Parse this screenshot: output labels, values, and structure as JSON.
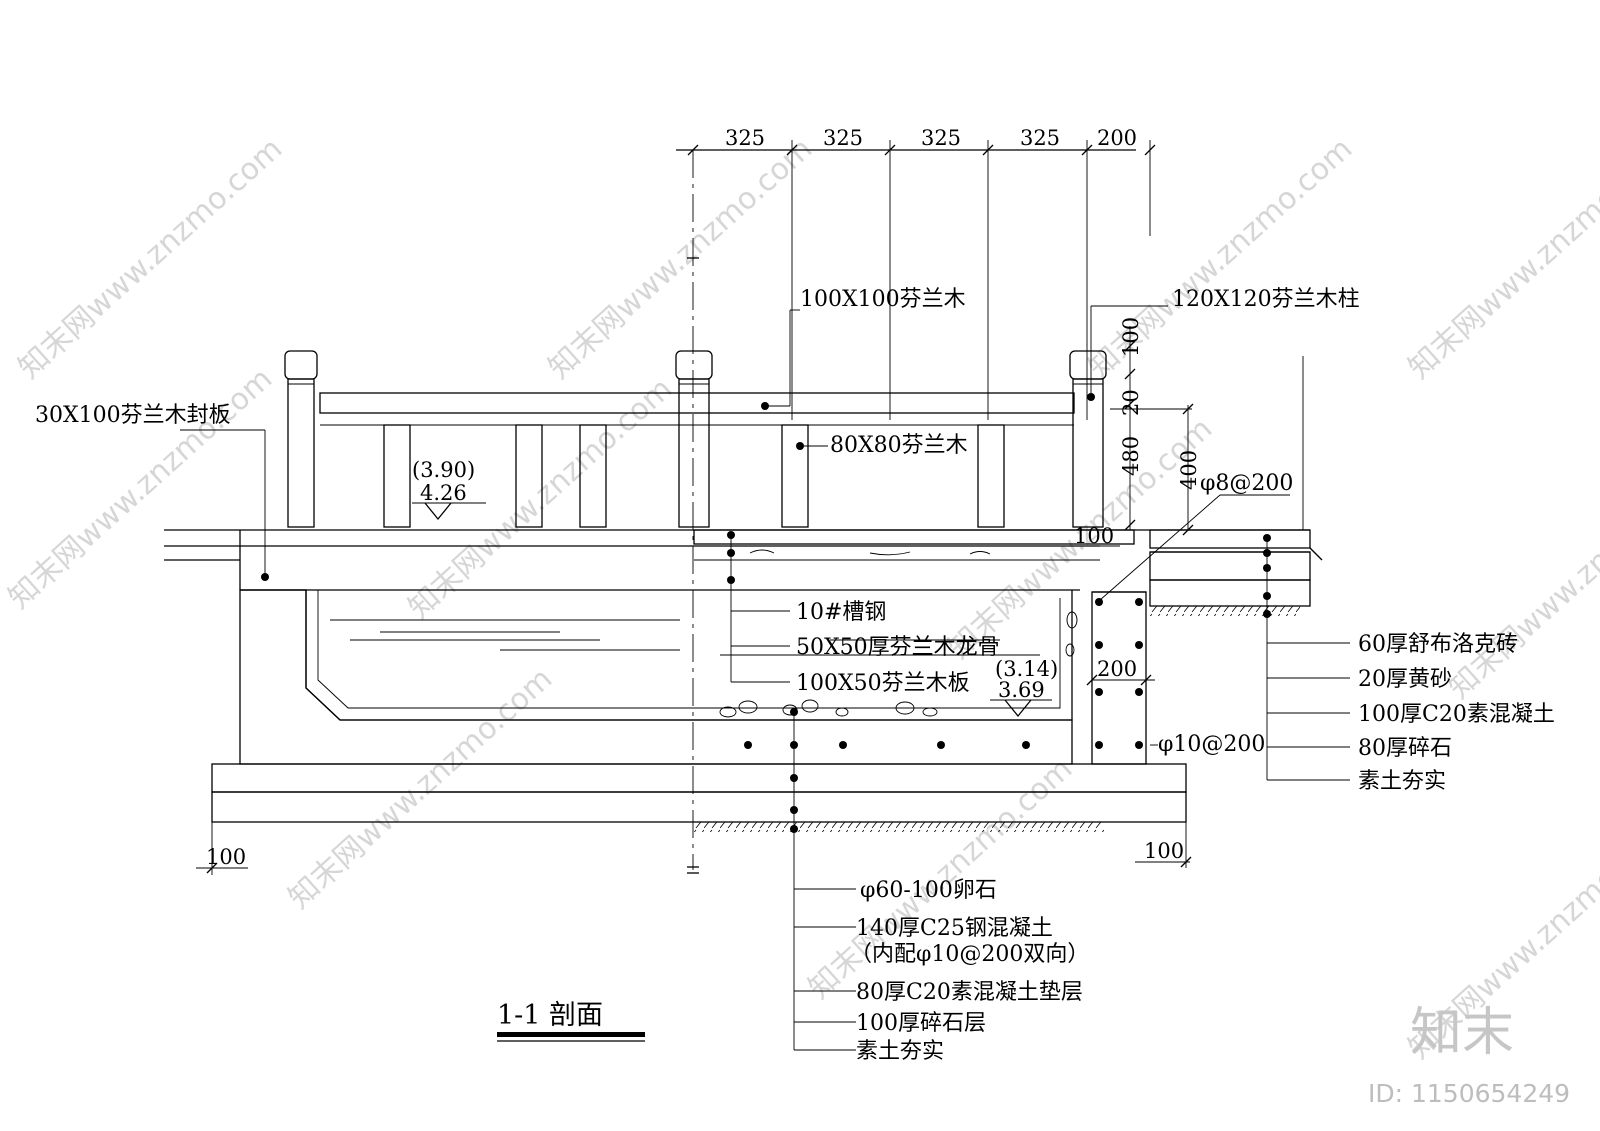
{
  "watermark": {
    "text": "知末网www.znzmo.com",
    "logo": "知末",
    "id_text": "ID: 1150654249"
  },
  "dimensions": {
    "top_spans": [
      "325",
      "325",
      "325",
      "325",
      "200"
    ],
    "railing_vertical": [
      "100",
      "20",
      "480",
      "400"
    ],
    "joist_gap": "100",
    "wall_width": "200",
    "base_left": "100",
    "base_right": "100"
  },
  "levels": {
    "deck_design": "(3.90)",
    "deck_actual": "4.26",
    "water_design": "(3.14)",
    "water_actual": "3.69"
  },
  "labels": {
    "post_large": "120X120芬兰木柱",
    "handrail": "100X100芬兰木",
    "fascia": "30X100芬兰木封板",
    "baluster": "80X80芬兰木",
    "rebar_wall": "φ8@200",
    "channel": "10#槽钢",
    "joist": "50X50厚芬兰木龙骨",
    "board": "100X50芬兰木板",
    "rebar_slab": "φ10@200"
  },
  "paving_layers": [
    "60厚舒布洛克砖",
    "20厚黄砂",
    "100厚C20素混凝土",
    "80厚碎石",
    "素土夯实"
  ],
  "base_layers": [
    "φ60-100卵石",
    "140厚C25钢混凝土",
    "（内配φ10@200双向）",
    "80厚C20素混凝土垫层",
    "100厚碎石层",
    "素土夯实"
  ],
  "title": "1-1  剖面",
  "colors": {
    "line": "#000000",
    "watermark": "#d6d6d6",
    "background": "#ffffff"
  }
}
